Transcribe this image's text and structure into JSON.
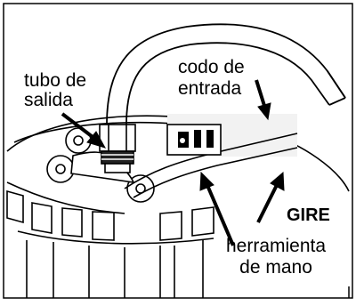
{
  "labels": {
    "outlet_tube": [
      "tubo de",
      "salida"
    ],
    "inlet_elbow": [
      "codo de",
      "entrada"
    ],
    "turn": "GIRE",
    "hand_tool": [
      "herramienta",
      "de mano"
    ]
  },
  "colors": {
    "ink": "#000000",
    "paper": "#ffffff",
    "tool_highlight": "#f2f2f2"
  },
  "icons": {
    "arrows": "straight-black-pointer"
  }
}
